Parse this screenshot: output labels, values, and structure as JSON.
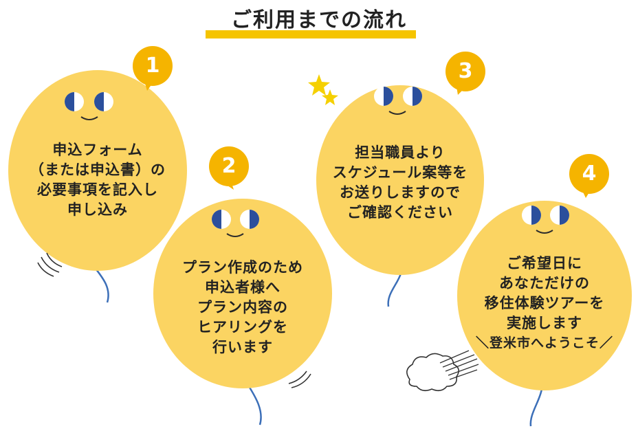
{
  "title": "ご利用までの流れ",
  "colors": {
    "balloon": "#fbd462",
    "badge": "#f5b400",
    "underline": "#f5c400",
    "eye": "#2b4f9c",
    "string": "#3c6fb8"
  },
  "steps": [
    {
      "number": "1",
      "lines": [
        "申込フォーム",
        "（または申込書）の",
        "必要事項を記入し",
        "申し込み"
      ]
    },
    {
      "number": "2",
      "lines": [
        "プラン作成のため",
        "申込者様へ",
        "プラン内容の",
        "ヒアリングを",
        "行います"
      ]
    },
    {
      "number": "3",
      "lines": [
        "担当職員より",
        "スケジュール案等を",
        "お送りしますので",
        "ご確認ください"
      ]
    },
    {
      "number": "4",
      "lines": [
        "ご希望日に",
        "あなただけの",
        "移住体験ツアーを",
        "実施します",
        "＼登米市へようこそ／"
      ]
    }
  ],
  "icons": [
    "star-icon",
    "cloud-puff-icon",
    "motion-lines-icon"
  ]
}
